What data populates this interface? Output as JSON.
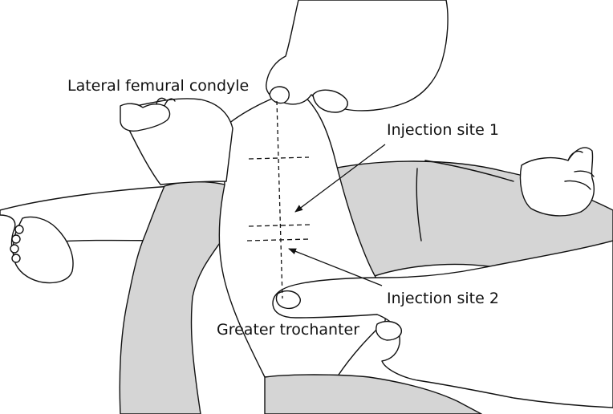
{
  "labels": {
    "lateral_femural_condyle": "Lateral femural condyle",
    "injection_site_1": "Injection site 1",
    "injection_site_2": "Injection site 2",
    "greater_trochanter": "Greater trochanter"
  },
  "colors": {
    "fabric": "#d5d5d5",
    "skin": "#ffffff",
    "line": "#111111"
  }
}
